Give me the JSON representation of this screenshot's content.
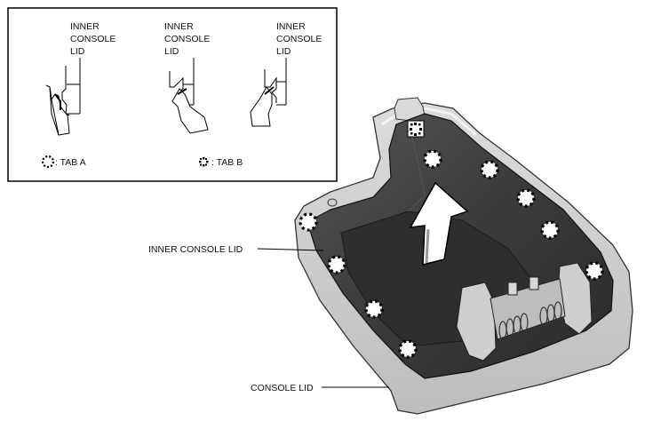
{
  "inset": {
    "diagrams": [
      {
        "label_lines": [
          "INNER",
          "CONSOLE",
          "LID"
        ]
      },
      {
        "label_lines": [
          "INNER",
          "CONSOLE",
          "LID"
        ]
      },
      {
        "label_lines": [
          "INNER",
          "CONSOLE",
          "LID"
        ]
      }
    ],
    "legend": {
      "tab_a": ": TAB A",
      "tab_b": ": TAB B"
    }
  },
  "callouts": {
    "inner_console_lid": "INNER CONSOLE LID",
    "console_lid": "CONSOLE LID"
  },
  "colors": {
    "console_lid_outer": "#e6e6e6",
    "inner_tray": "#3a3a3a",
    "arrow": "#ffffff",
    "tab_marker": "#ffffff"
  }
}
